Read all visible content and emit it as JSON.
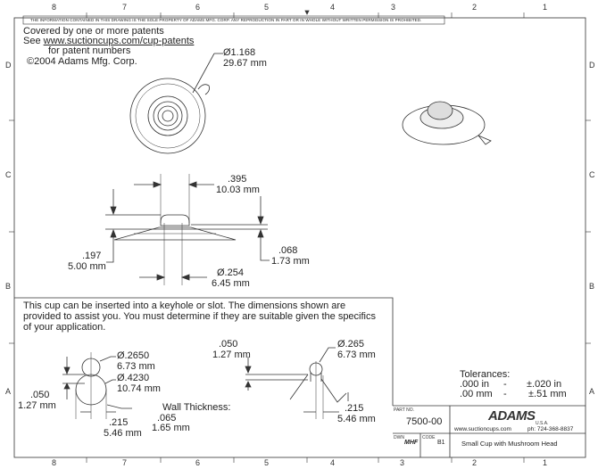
{
  "notice": "THE INFORMATION CONTAINED IN THIS DRAWING IS THE SOLE PROPERTY OF ADAMS MFG. CORP. ANY REPRODUCTION IN PART OR IN WHOLE WITHOUT WRITTEN PERMISSION IS PROHIBITED.",
  "zones": {
    "columns": [
      "8",
      "7",
      "6",
      "5",
      "4",
      "3",
      "2",
      "1"
    ],
    "rows": [
      "D",
      "C",
      "B",
      "A"
    ],
    "bottom": [
      "8",
      "7",
      "6",
      "5",
      "4",
      "3",
      "2",
      "1"
    ]
  },
  "patent": {
    "line1": "Covered by one or more patents",
    "see": "See ",
    "link": "www.suctioncups.com/cup-patents",
    "line3": "for patent numbers",
    "copyright": "©2004 Adams Mfg. Corp."
  },
  "dims": {
    "dia_cup_in": "Ø1.168",
    "dia_cup_mm": "29.67 mm",
    "head_w_in": ".395",
    "head_w_mm": "10.03 mm",
    "height_in": ".197",
    "height_mm": "5.00 mm",
    "neck_in": ".068",
    "neck_mm": "1.73 mm",
    "stem_in": "Ø.254",
    "stem_mm": "6.45 mm"
  },
  "keyhole": {
    "note": "This cup can be inserted into a keyhole or slot.  The dimensions shown are provided to assist you.  You must determine if they are suitable given the specifics of your application.",
    "small_in": "Ø.2650",
    "small_mm": "6.73 mm",
    "large_in": "Ø.4230",
    "large_mm": "10.74 mm",
    "gap_in": ".050",
    "gap_mm": "1.27 mm",
    "wall_label": "Wall Thickness:",
    "wall_in": ".065",
    "wall_mm": "1.65 mm",
    "depth_in": ".215",
    "depth_mm": "5.46 mm",
    "r_gap_in": ".050",
    "r_gap_mm": "1.27 mm",
    "r_dia_in": "Ø.265",
    "r_dia_mm": "6.73 mm",
    "r_depth_in": ".215",
    "r_depth_mm": "5.46 mm"
  },
  "tolerances": {
    "title": "Tolerances:",
    "in_l": ".000 in",
    "in_d": "-",
    "in_v": "±.020 in",
    "mm_l": ".00 mm",
    "mm_d": "-",
    "mm_v": "±.51 mm"
  },
  "title_block": {
    "part_label": "PART NO.",
    "part_no": "7500-00",
    "logo": "ADAMS",
    "logo_sub": "U.S.A.",
    "website": "www.suctioncups.com",
    "phone": "ph: 724-368-8837",
    "drawn_label": "DWN",
    "drawn": "MHF",
    "code_label": "CODE",
    "code": "B1",
    "title": "Small Cup with Mushroom Head"
  }
}
